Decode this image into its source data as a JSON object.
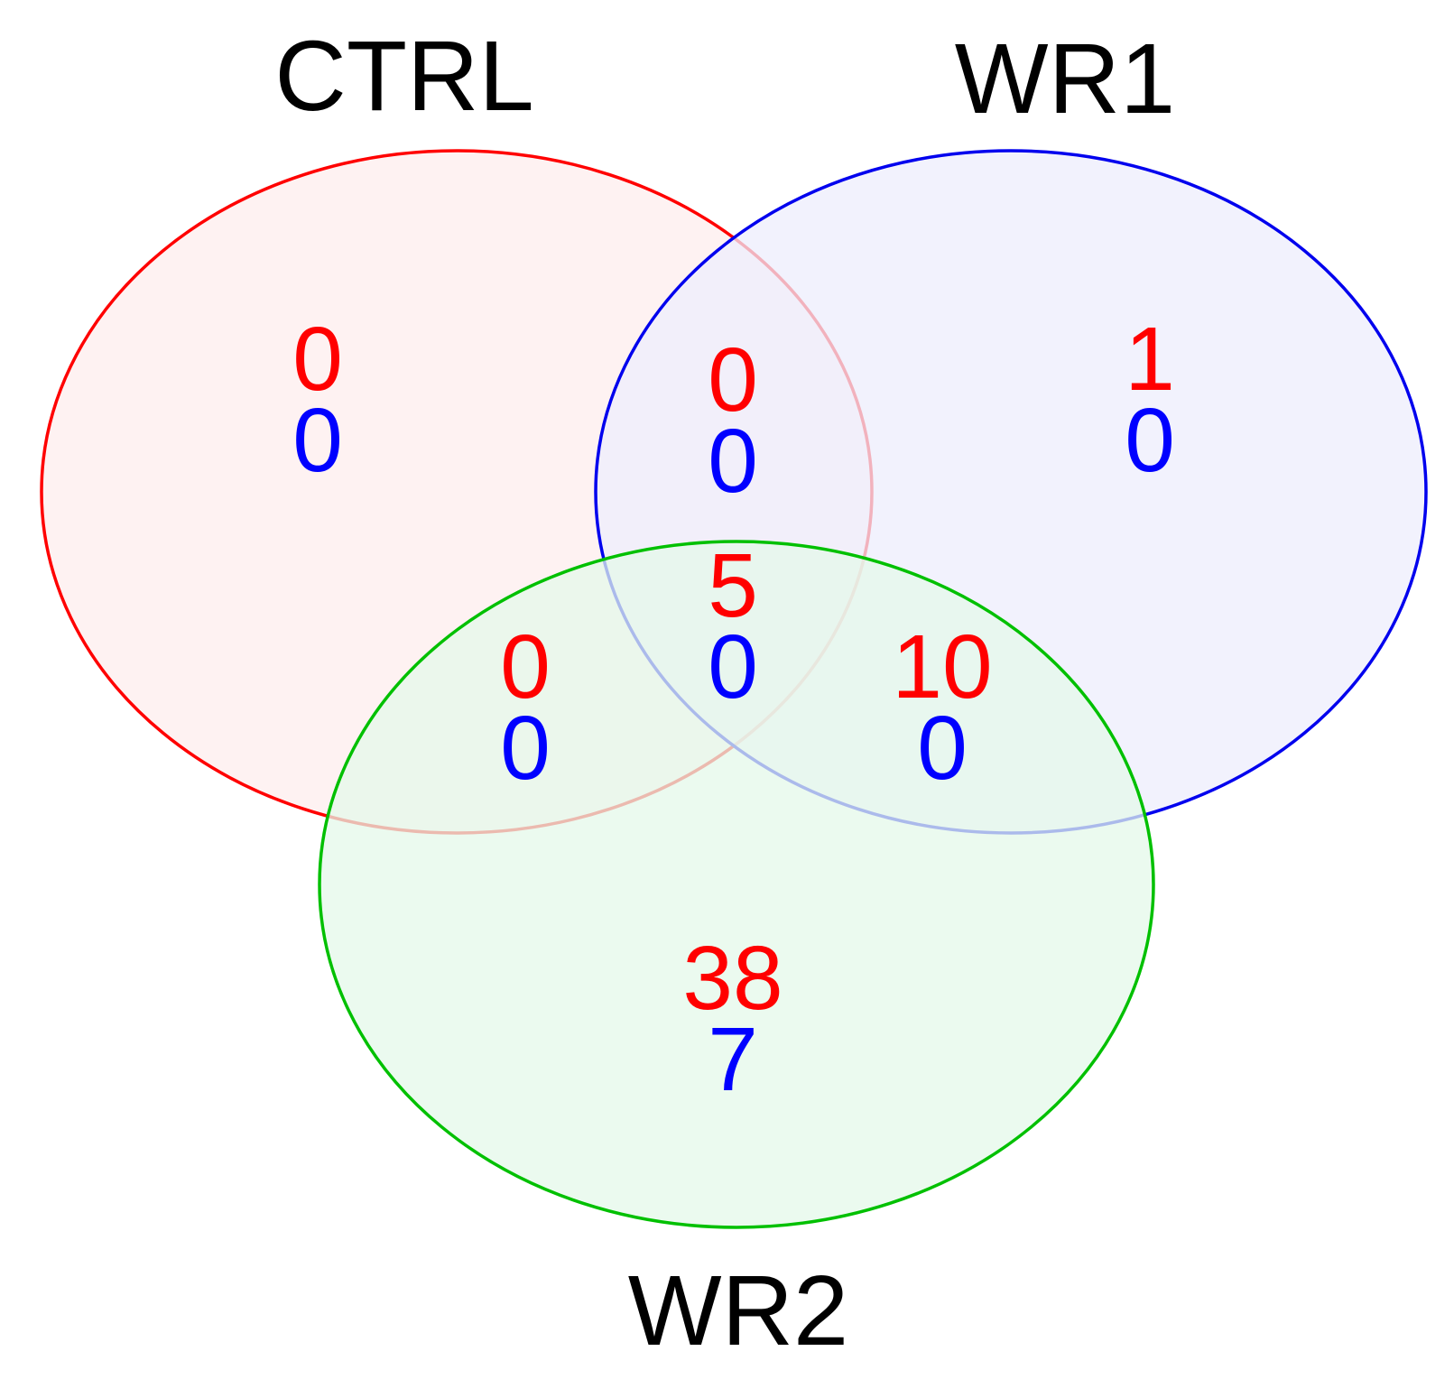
{
  "colors": {
    "ctrl_stroke": "#ff0000",
    "ctrl_fill": "#fdeeee",
    "wr1_stroke": "#0000ee",
    "wr1_fill": "#eeeefc",
    "wr2_stroke": "#00c000",
    "wr2_fill": "#e4f8ea",
    "upper_count": "#ff0000",
    "lower_count": "#0000ff"
  },
  "sets": [
    {
      "id": "ctrl",
      "label": "CTRL"
    },
    {
      "id": "wr1",
      "label": "WR1"
    },
    {
      "id": "wr2",
      "label": "WR2"
    }
  ],
  "regions": [
    {
      "id": "ctrl-only",
      "sets": [
        "CTRL"
      ],
      "upper": "0",
      "lower": "0"
    },
    {
      "id": "ctrl-wr1",
      "sets": [
        "CTRL",
        "WR1"
      ],
      "upper": "0",
      "lower": "0"
    },
    {
      "id": "wr1-only",
      "sets": [
        "WR1"
      ],
      "upper": "1",
      "lower": "0"
    },
    {
      "id": "all-three",
      "sets": [
        "CTRL",
        "WR1",
        "WR2"
      ],
      "upper": "5",
      "lower": "0"
    },
    {
      "id": "ctrl-wr2",
      "sets": [
        "CTRL",
        "WR2"
      ],
      "upper": "0",
      "lower": "0"
    },
    {
      "id": "wr1-wr2",
      "sets": [
        "WR1",
        "WR2"
      ],
      "upper": "10",
      "lower": "0"
    },
    {
      "id": "wr2-only",
      "sets": [
        "WR2"
      ],
      "upper": "38",
      "lower": "7"
    }
  ]
}
